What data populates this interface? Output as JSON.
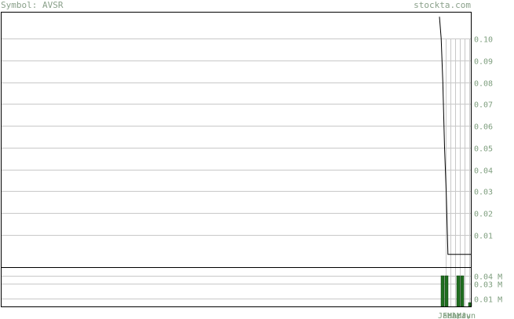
{
  "header": {
    "symbol_label": "Symbol: AVSR",
    "site": "stockta.com"
  },
  "colors": {
    "grid": "#c8c8c8",
    "text": "#7f9f7f",
    "volume_bar": "#1f6e1f",
    "price_line": "#000000"
  },
  "chart_data": [
    {
      "type": "line",
      "title": "",
      "ylim": [
        0,
        0.11
      ],
      "y_ticks": [
        "0.10",
        "0.09",
        "0.08",
        "0.07",
        "0.06",
        "0.05",
        "0.04",
        "0.03",
        "0.02",
        "0.01"
      ],
      "series": [
        {
          "values": [
            0.11,
            0.1,
            0.08,
            0.05,
            0.03,
            0.001,
            0.001,
            0.001,
            0.001,
            0.001,
            0.001,
            0.001,
            0.001,
            0.001,
            0.001,
            0.001,
            0.001,
            0.001,
            0.001,
            0.001
          ]
        }
      ]
    },
    {
      "type": "bar",
      "title": "",
      "ylim": [
        0,
        0.05
      ],
      "y_ticks": [
        "0.04 M",
        "0.03 M",
        "0.01 M"
      ],
      "x_ticks": [
        "Jan",
        "Feb",
        "Mar",
        "Apr",
        "May",
        "Jun"
      ],
      "values": [
        0.04,
        0.04,
        0,
        0,
        0.04,
        0.04,
        0,
        0.005
      ]
    }
  ]
}
